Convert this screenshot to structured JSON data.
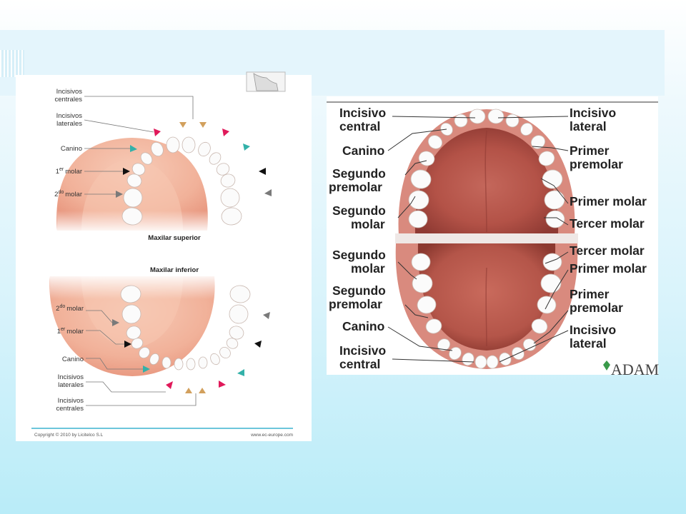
{
  "left_figure": {
    "upper_labels": {
      "incisivos_centrales": [
        "Incisivos",
        "centrales"
      ],
      "incisivos_laterales": [
        "Incisivos",
        "laterales"
      ],
      "canino": "Canino",
      "primer_molar_num": "1",
      "primer_molar_sup": "er",
      "primer_molar_word": "molar",
      "segundo_molar_num": "2",
      "segundo_molar_sup": "do",
      "segundo_molar_word": "molar"
    },
    "upper_caption": "Maxilar superior",
    "lower_caption": "Maxilar inferior",
    "lower_labels": {
      "segundo_molar_num": "2",
      "segundo_molar_sup": "do",
      "segundo_molar_word": "molar",
      "primer_molar_num": "1",
      "primer_molar_sup": "er",
      "primer_molar_word": "molar",
      "canino": "Canino",
      "incisivos_laterales": [
        "Incisivos",
        "laterales"
      ],
      "incisivos_centrales": [
        "Incisivos",
        "centrales"
      ]
    },
    "copyright": "Copyright © 2010 by Licitelco S.L",
    "website": "www.ec-europe.com"
  },
  "right_figure": {
    "left_labels": {
      "incisivo_central_top": [
        "Incisivo",
        "central"
      ],
      "canino_top": "Canino",
      "segundo_premolar_top": [
        "Segundo",
        "premolar"
      ],
      "segundo_molar_top": [
        "Segundo",
        "molar"
      ],
      "segundo_molar_bottom": [
        "Segundo",
        "molar"
      ],
      "segundo_premolar_bottom": [
        "Segundo",
        "premolar"
      ],
      "canino_bottom": "Canino",
      "incisivo_central_bottom": [
        "Incisivo",
        "central"
      ]
    },
    "right_labels": {
      "incisivo_lateral_top": [
        "Incisivo",
        "lateral"
      ],
      "primer_premolar_top": [
        "Primer",
        "premolar"
      ],
      "primer_molar_top": "Primer molar",
      "tercer_molar_top": "Tercer molar",
      "tercer_molar_bottom": "Tercer molar",
      "primer_molar_bottom": "Primer molar",
      "primer_premolar_bottom": [
        "Primer",
        "premolar"
      ],
      "incisivo_lateral_bottom": [
        "Incisivo",
        "lateral"
      ]
    },
    "logo_text": "ADAM"
  },
  "colors": {
    "gum": "#f2b8a0",
    "palate": "#f5c3ae",
    "tooth": "#fbfbfb",
    "mouth_red": "#b8574c",
    "marker_central": "#d2a05d",
    "marker_lateral": "#e0195a",
    "marker_canino": "#33b1a9",
    "marker_molar1": "#111111",
    "marker_molar2": "#7a7a7a",
    "footer_line": "#3bb3cf"
  }
}
